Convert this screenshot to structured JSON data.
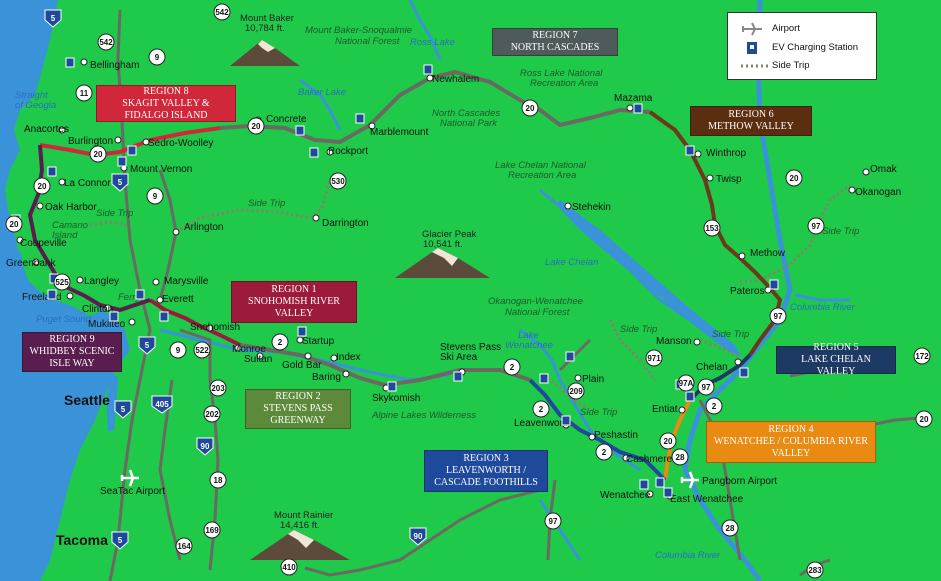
{
  "legend": {
    "airport": "Airport",
    "ev_station": "EV Charging Station",
    "side_trip": "Side Trip"
  },
  "regions": {
    "r1": {
      "title": "REGION 1",
      "name": "SNOHOMISH RIVER VALLEY",
      "color": "#9c1b3a"
    },
    "r2": {
      "title": "REGION 2",
      "name": "STEVENS PASS GREENWAY",
      "color": "#5d8a3a"
    },
    "r3": {
      "title": "REGION 3",
      "name": "LEAVENWORTH / CASCADE FOOTHILLS",
      "color": "#1f4a9c"
    },
    "r4": {
      "title": "REGION 4",
      "name": "WENATCHEE / COLUMBIA RIVER VALLEY",
      "color": "#e98a12"
    },
    "r5": {
      "title": "REGION 5",
      "name": "LAKE CHELAN VALLEY",
      "color": "#1c3a63"
    },
    "r6": {
      "title": "REGION 6",
      "name": "METHOW VALLEY",
      "color": "#5b2e10"
    },
    "r7": {
      "title": "REGION 7",
      "name": "NORTH CASCADES",
      "color": "#4f5b5a"
    },
    "r8": {
      "title": "REGION 8",
      "name": "SKAGIT VALLEY & FIDALGO ISLAND",
      "color": "#d0283a"
    },
    "r9": {
      "title": "REGION 9",
      "name": "WHIDBEY SCENIC ISLE WAY",
      "color": "#5a1e4e"
    }
  },
  "big_cities": {
    "seattle": "Seattle",
    "tacoma": "Tacoma"
  },
  "mountains": {
    "baker": {
      "name": "Mount Baker",
      "elev": "10,784 ft."
    },
    "glacier": {
      "name": "Glacier Peak",
      "elev": "10,541 ft."
    },
    "rainier": {
      "name": "Mount Rainier",
      "elev": "14,416 ft."
    }
  },
  "forests": {
    "mbs": "Mount Baker-Snoqualmie",
    "mbs2": "National Forest",
    "rosslake": "Ross Lake National",
    "rosslake2": "Recreation Area",
    "nocas": "North Cascades",
    "nocas2": "National Park",
    "chelan_nra": "Lake Chelan National",
    "chelan_nra2": "Recreation Area",
    "okwen": "Okanogan-Wenatchee",
    "okwen2": "National Forest",
    "alpine": "Alpine Lakes Wilderness",
    "camano": "Camano",
    "camano2": "Island"
  },
  "water": {
    "strait": "Straight",
    "strait2": "of Geogia",
    "puget": "Puget Sound",
    "baker_lake": "Baker Lake",
    "ross_lake": "Ross Lake",
    "lake_chelan": "Lake Chelan",
    "lake_wen": "Lake",
    "lake_wen2": "Wenatchee",
    "columbia1": "Columbia River",
    "columbia2": "Columbia River",
    "ferry": "Ferry"
  },
  "side_trip_labels": {
    "a": "Side Trip",
    "b": "Side Trip",
    "c": "Side Trip",
    "d": "Side Trip",
    "e": "Side Trip",
    "f": "Side Trip"
  },
  "towns": {
    "bellingham": "Bellingham",
    "anacortes": "Anacortes",
    "burlington": "Burlington",
    "sedro": "Sedro-Woolley",
    "mtvernon": "Mount Vernon",
    "laconner": "La Connor",
    "oakharbor": "Oak Harbor",
    "coupeville": "Coupeville",
    "greenbank": "Greenbank",
    "langley": "Langley",
    "freeland": "Freeland",
    "clinton": "Clinton",
    "mukilteo": "Mukilteo",
    "everett": "Everett",
    "marysville": "Marysville",
    "arlington": "Arlington",
    "darrington": "Darrington",
    "concrete": "Concrete",
    "rockport": "Rockport",
    "marblemount": "Marblemount",
    "newhalem": "Newhalem",
    "mazama": "Mazama",
    "winthrop": "Winthrop",
    "twisp": "Twisp",
    "methow": "Methow",
    "pateros": "Pateros",
    "omak": "Omak",
    "okanogan": "Okanogan",
    "stehekin": "Stehekin",
    "manson": "Manson",
    "chelan": "Chelan",
    "entiat": "Entiat",
    "snohomish": "Snohomish",
    "monroe": "Monroe",
    "sultan": "Sultan",
    "startup": "Startup",
    "goldbar": "Gold Bar",
    "index": "Index",
    "baring": "Baring",
    "skykomish": "Skykomish",
    "stevens": "Stevens Pass",
    "stevens2": "Ski Area",
    "plain": "Plain",
    "leavenworth": "Leavenworth",
    "peshastin": "Peshastin",
    "cashmere": "Cashmere",
    "wenatchee": "Wenatchee",
    "ewen": "East Wenatchee",
    "pangborn": "Pangborn Airport",
    "seatac": "SeaTac Airport"
  },
  "routes": {
    "h542a": "542",
    "h542b": "542",
    "h9a": "9",
    "h11": "11",
    "h20a": "20",
    "h20b": "20",
    "h20c": "20",
    "h20d": "20",
    "h20e": "20",
    "h20f": "20",
    "h20g": "20",
    "i5a": "5",
    "i5b": "5",
    "i5c": "5",
    "i5d": "5",
    "i5e": "5",
    "h9b": "9",
    "h9c": "9",
    "h530": "530",
    "h525": "525",
    "h2a": "2",
    "h2b": "2",
    "h2c": "2",
    "h2d": "2",
    "h2e": "2",
    "h522": "522",
    "h203": "203",
    "h202": "202",
    "i405": "405",
    "i90a": "90",
    "i90b": "90",
    "h18": "18",
    "h169": "169",
    "h164": "164",
    "h410": "410",
    "h97a": "97",
    "h97b": "97",
    "h97c": "97",
    "h97d": "97",
    "h153": "153",
    "h209": "209",
    "h971": "971",
    "h97A": "97A",
    "h172": "172",
    "h28a": "28",
    "h28b": "28",
    "h283": "283"
  }
}
